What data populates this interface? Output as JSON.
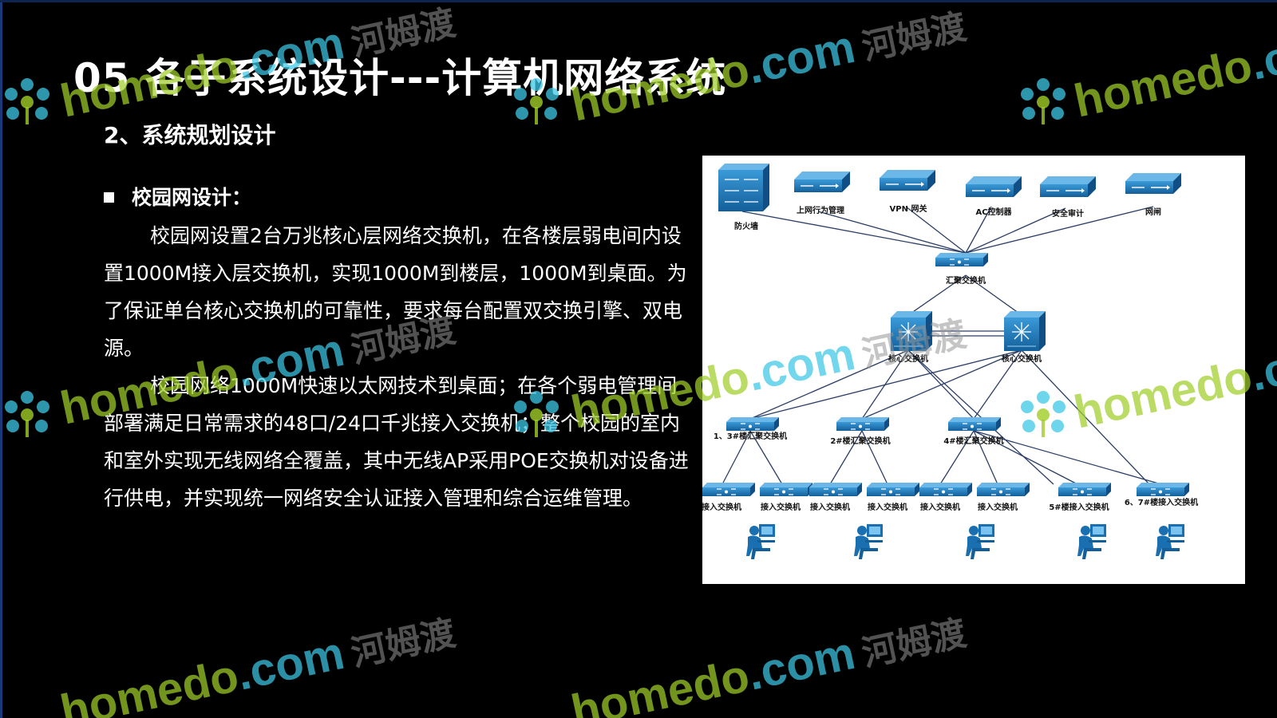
{
  "title": "05 各子系统设计---计算机网络系统",
  "subtitle": "2、系统规划设计",
  "bullet": "校园网设计：",
  "paragraphs": [
    "校园网设置2台万兆核心层网络交换机，在各楼层弱电间内设置1000M接入层交换机，实现1000M到楼层，1000M到桌面。为了保证单台核心交换机的可靠性，要求每台配置双交换引擎、双电源。",
    "校园网络1000M快速以太网技术到桌面；在各个弱电管理间部署满足日常需求的48口/24口千兆接入交换机；整个校园的室内和室外实现无线网络全覆盖，其中无线AP采用POE交换机对设备进行供电，并实现统一网络安全认证接入管理和综合运维管理。"
  ],
  "diagram": {
    "top_devices": [
      "防火墙",
      "上网行为管理",
      "VPN 网关",
      "AC控制器",
      "安全审计",
      "网闸"
    ],
    "aggregation": "汇聚交换机",
    "core": [
      "核心交换机",
      "核心交换机"
    ],
    "floor_aggregation": [
      "1、3#楼汇聚交换机",
      "2#楼汇聚交换机",
      "4#楼汇聚交换机"
    ],
    "access": [
      "接入交换机",
      "接入交换机",
      "接入交换机",
      "接入交换机",
      "接入交换机",
      "接入交换机",
      "5#楼接入交换机",
      "6、7#楼接入交换机"
    ]
  },
  "watermark": {
    "brand": "homedo",
    "domain": ".com",
    "cn": "河姆渡"
  },
  "colors": {
    "background": "#000000",
    "device_blue": "#1a6fb0",
    "watermark_green": "#a0cd28",
    "watermark_cyan": "#3cc8e6"
  }
}
